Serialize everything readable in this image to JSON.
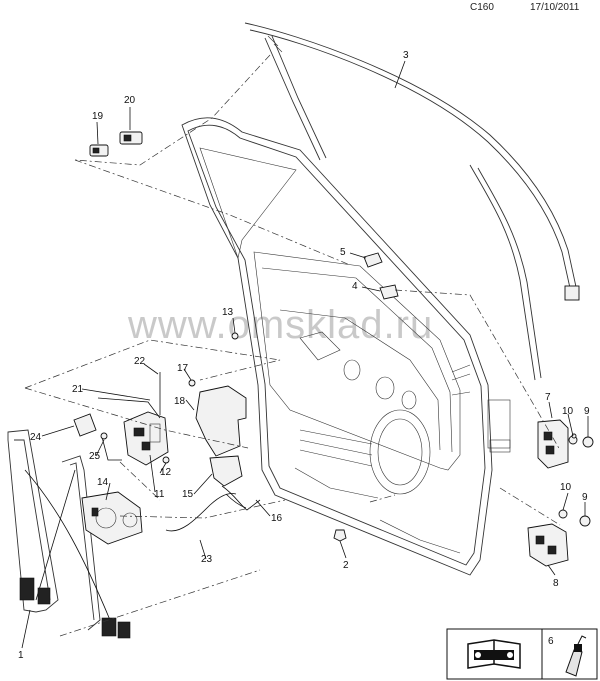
{
  "header": {
    "code": "C160",
    "date": "17/10/2011"
  },
  "watermark": "www.omsklad.ru",
  "callouts": [
    {
      "id": "c1",
      "label": "1"
    },
    {
      "id": "c2",
      "label": "2"
    },
    {
      "id": "c3",
      "label": "3"
    },
    {
      "id": "c4",
      "label": "4"
    },
    {
      "id": "c5",
      "label": "5"
    },
    {
      "id": "c7",
      "label": "7"
    },
    {
      "id": "c8",
      "label": "8"
    },
    {
      "id": "c9a",
      "label": "9"
    },
    {
      "id": "c9b",
      "label": "9"
    },
    {
      "id": "c10a",
      "label": "10"
    },
    {
      "id": "c10b",
      "label": "10"
    },
    {
      "id": "c11",
      "label": "11"
    },
    {
      "id": "c12",
      "label": "12"
    },
    {
      "id": "c13",
      "label": "13"
    },
    {
      "id": "c14",
      "label": "14"
    },
    {
      "id": "c15",
      "label": "15"
    },
    {
      "id": "c16",
      "label": "16"
    },
    {
      "id": "c17",
      "label": "17"
    },
    {
      "id": "c18",
      "label": "18"
    },
    {
      "id": "c19",
      "label": "19"
    },
    {
      "id": "c20",
      "label": "20"
    },
    {
      "id": "c21",
      "label": "21"
    },
    {
      "id": "c22",
      "label": "22"
    },
    {
      "id": "c23",
      "label": "23"
    },
    {
      "id": "c24",
      "label": "24"
    },
    {
      "id": "c25",
      "label": "25"
    }
  ],
  "legend_box": {
    "label": "6",
    "book_icon": "manual-book-icon",
    "part_icon": "grease-cartridge-icon"
  }
}
